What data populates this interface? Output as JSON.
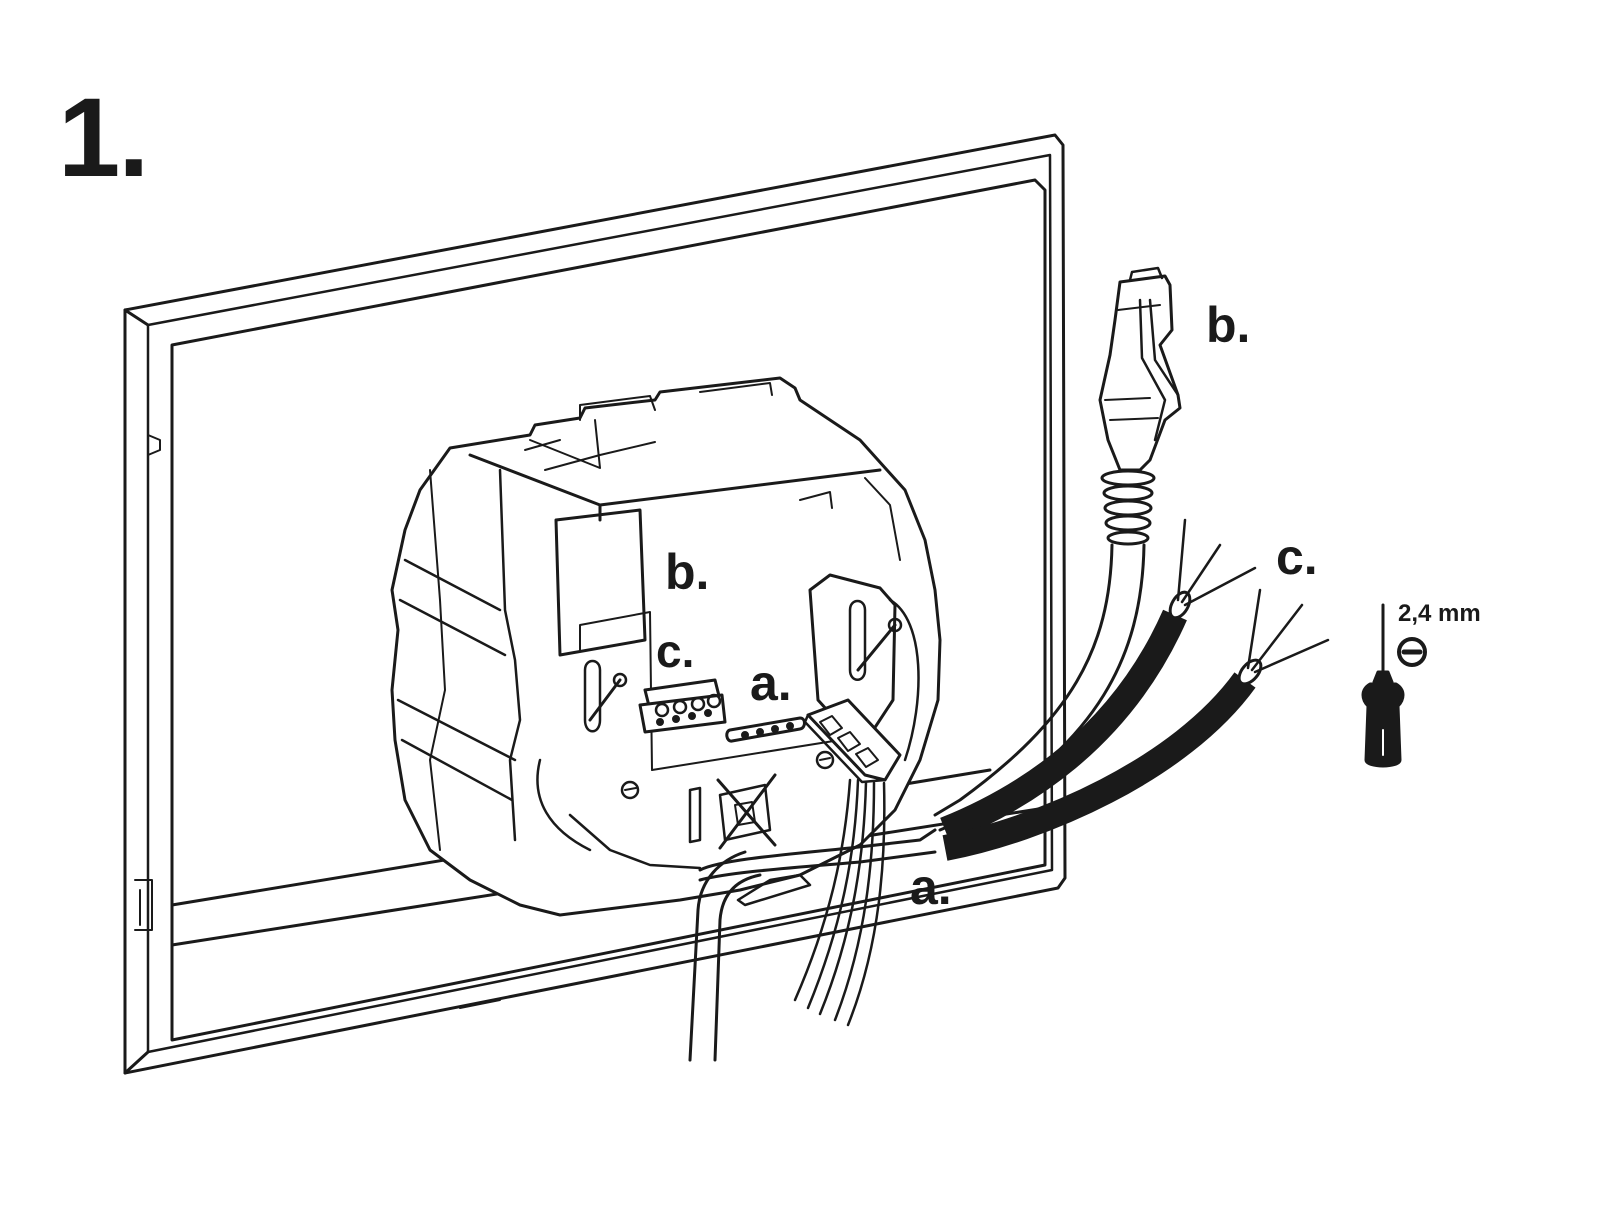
{
  "step": {
    "number": "1."
  },
  "callouts": {
    "rj45_right": "b.",
    "wires_right": "c.",
    "port_b": "b.",
    "terminal_c": "c.",
    "connector_a": "a.",
    "ribbon_a": "a."
  },
  "tool": {
    "size": "2,4 mm",
    "head_icon": "slotted-screwdriver-icon"
  },
  "colors": {
    "ink": "#1a1a1a",
    "background": "#ffffff"
  }
}
